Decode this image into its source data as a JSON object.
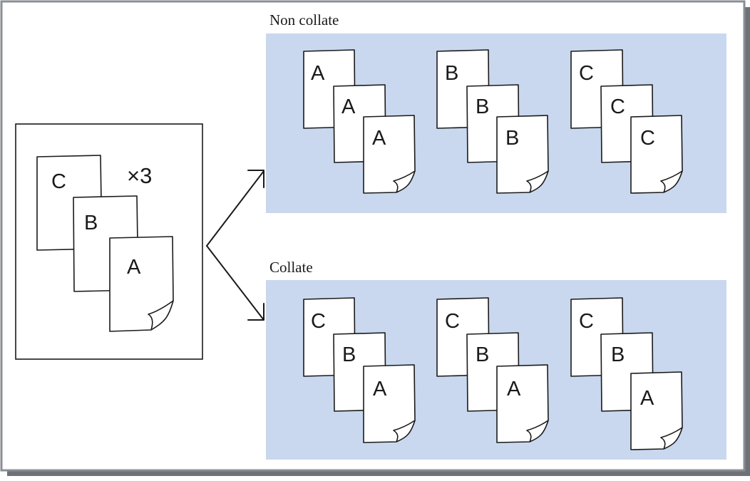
{
  "source": {
    "copies_label": "×3",
    "pages": [
      "C",
      "B",
      "A"
    ]
  },
  "non_collate": {
    "title": "Non collate",
    "stacks": [
      [
        "A",
        "A",
        "A"
      ],
      [
        "B",
        "B",
        "B"
      ],
      [
        "C",
        "C",
        "C"
      ]
    ]
  },
  "collate": {
    "title": "Collate",
    "stacks": [
      [
        "C",
        "B",
        "A"
      ],
      [
        "C",
        "B",
        "A"
      ],
      [
        "C",
        "B",
        "A"
      ]
    ]
  },
  "colors": {
    "panel_fill": "#c9d8ef",
    "frame_shadow": "#6e7278",
    "frame_border": "#8a8e93",
    "stroke": "#1a1a1a",
    "paper": "#ffffff"
  }
}
